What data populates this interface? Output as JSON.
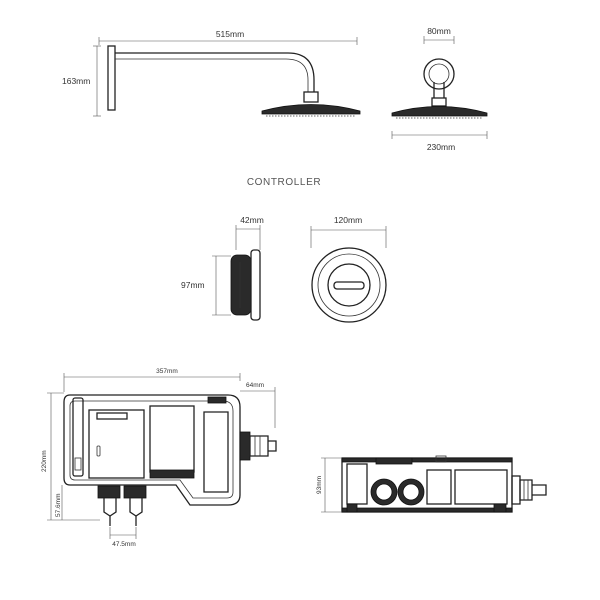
{
  "shower_head": {
    "arm_length_label": "515mm",
    "arm_drop_label": "163mm",
    "wall_plate_label": "80mm",
    "head_diameter_label": "230mm"
  },
  "controller": {
    "title": "CONTROLLER",
    "depth_label": "42mm",
    "height_label": "97mm",
    "diameter_label": "120mm"
  },
  "unit": {
    "width_label": "357mm",
    "depth_label": "64mm",
    "height_label": "220mm",
    "inlet_height_label": "57.6mm",
    "inlet_spacing_label": "47.5mm",
    "side_height_label": "93mm"
  },
  "colors": {
    "line": "#222222",
    "dimension_line": "#555555",
    "text": "#333333",
    "fill": "#2a2a2a"
  }
}
